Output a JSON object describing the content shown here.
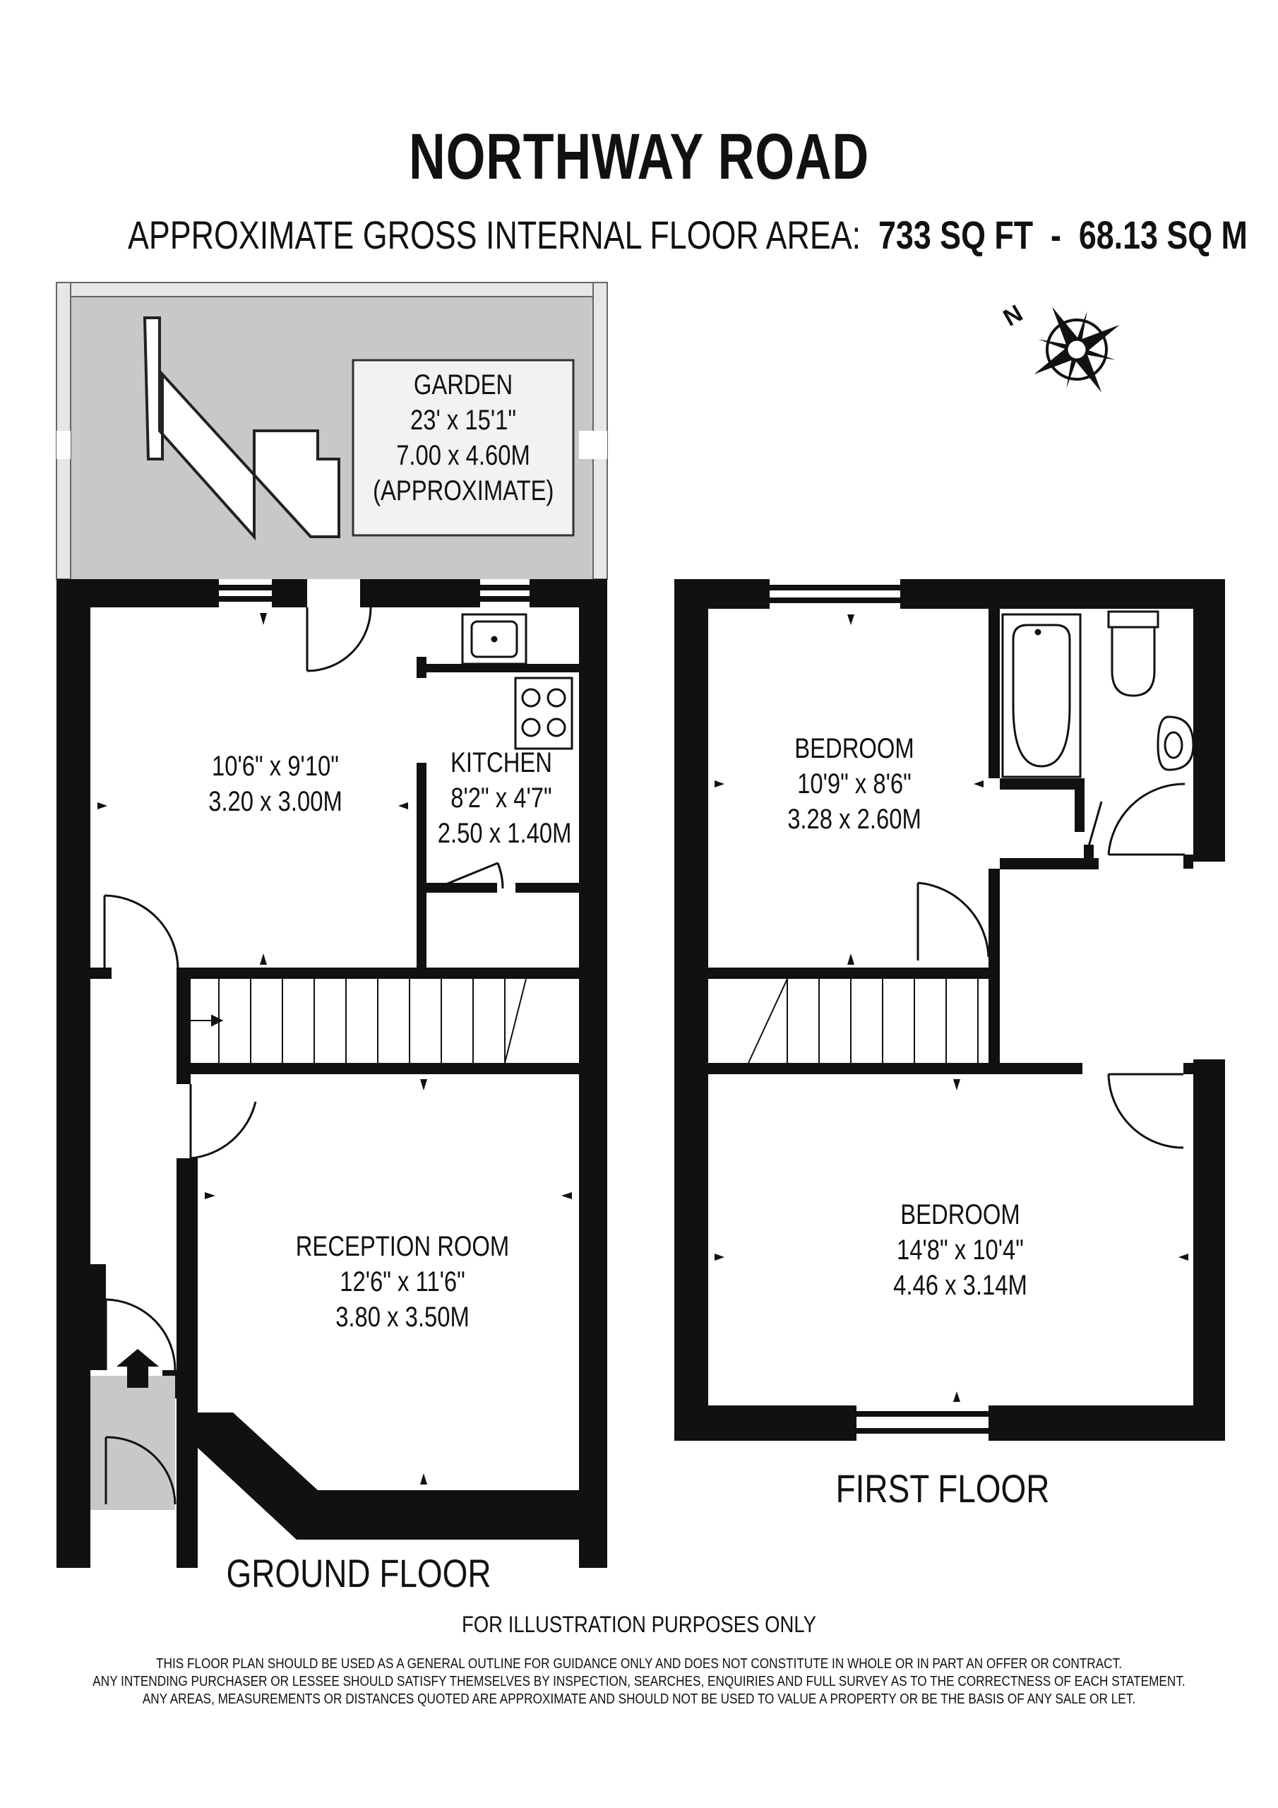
{
  "title": "NORTHWAY ROAD",
  "area": {
    "label": "APPROXIMATE GROSS INTERNAL FLOOR AREA:",
    "sq_ft": "733 SQ FT",
    "separator": "-",
    "sq_m": "68.13 SQ M"
  },
  "compass": {
    "north": "N"
  },
  "garden": {
    "name": "GARDEN",
    "imperial": "23' x 15'1\"",
    "metric": "7.00 x 4.60M",
    "note": "(APPROXIMATE)"
  },
  "ground_floor": {
    "label": "GROUND FLOOR",
    "rooms": [
      {
        "name": "",
        "imperial": "10'6\" x 9'10\"",
        "metric": "3.20 x 3.00M"
      },
      {
        "name": "KITCHEN",
        "imperial": "8'2\" x 4'7\"",
        "metric": "2.50 x 1.40M"
      },
      {
        "name": "RECEPTION ROOM",
        "imperial": "12'6\" x 11'6\"",
        "metric": "3.80 x 3.50M"
      }
    ]
  },
  "first_floor": {
    "label": "FIRST FLOOR",
    "rooms": [
      {
        "name": "BEDROOM",
        "imperial": "10'9\" x 8'6\"",
        "metric": "3.28 x 2.60M"
      },
      {
        "name": "BEDROOM",
        "imperial": "14'8\" x 10'4\"",
        "metric": "4.46 x 3.14M"
      }
    ]
  },
  "footer": {
    "illustration": "FOR ILLUSTRATION PURPOSES ONLY",
    "disclaimer": [
      "THIS FLOOR PLAN SHOULD BE USED AS A GENERAL OUTLINE FOR GUIDANCE ONLY AND DOES NOT CONSTITUTE IN WHOLE OR IN PART AN OFFER OR CONTRACT.",
      "ANY INTENDING PURCHASER OR LESSEE SHOULD SATISFY THEMSELVES BY INSPECTION, SEARCHES, ENQUIRIES AND FULL SURVEY AS TO THE CORRECTNESS OF EACH STATEMENT.",
      "ANY AREAS, MEASUREMENTS OR DISTANCES QUOTED ARE APPROXIMATE AND SHOULD NOT BE USED TO VALUE A PROPERTY OR BE THE BASIS OF ANY SALE OR LET."
    ]
  },
  "colors": {
    "wall": "#111111",
    "garden_fill": "#c8c8c8",
    "porch_fill": "#c8c8c8",
    "label_box": "#f2f2f2"
  }
}
